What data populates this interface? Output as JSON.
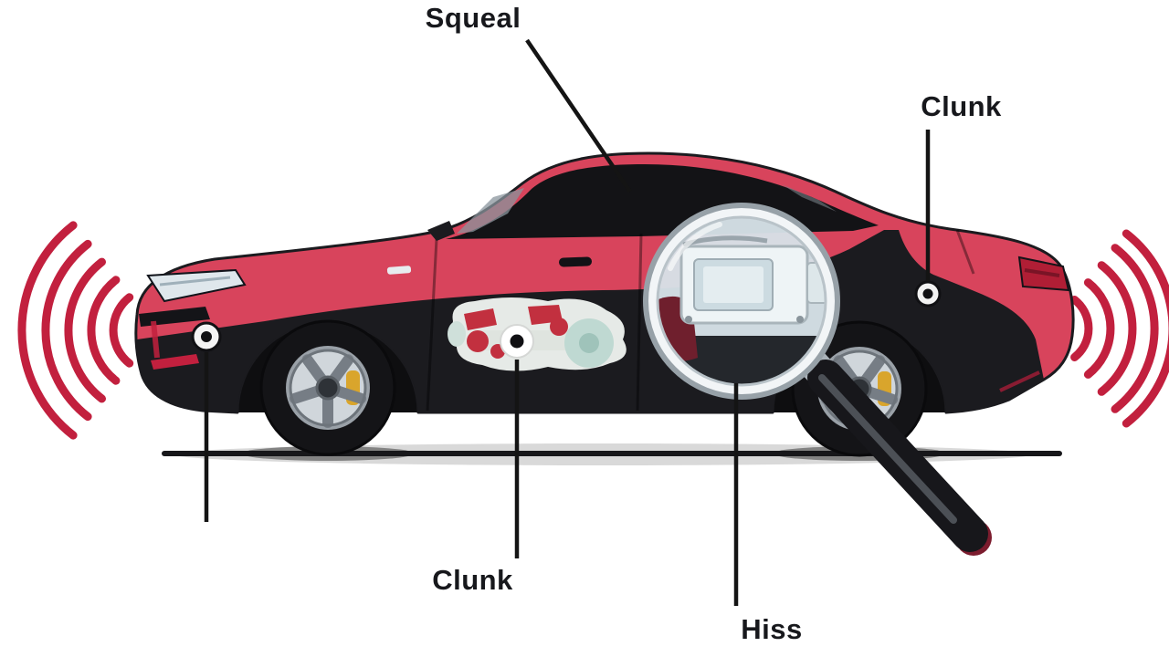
{
  "illustration": {
    "labels": {
      "squeal": "Squeal",
      "clunk_rear": "Clunk",
      "clunk_front": "Clunk",
      "hiss": "Hiss"
    },
    "colors": {
      "background": "#ffffff",
      "car_red": "#d8445c",
      "car_black": "#1b1b1f",
      "sound_wave_red": "#c2203e",
      "label_text": "#17181c"
    }
  }
}
